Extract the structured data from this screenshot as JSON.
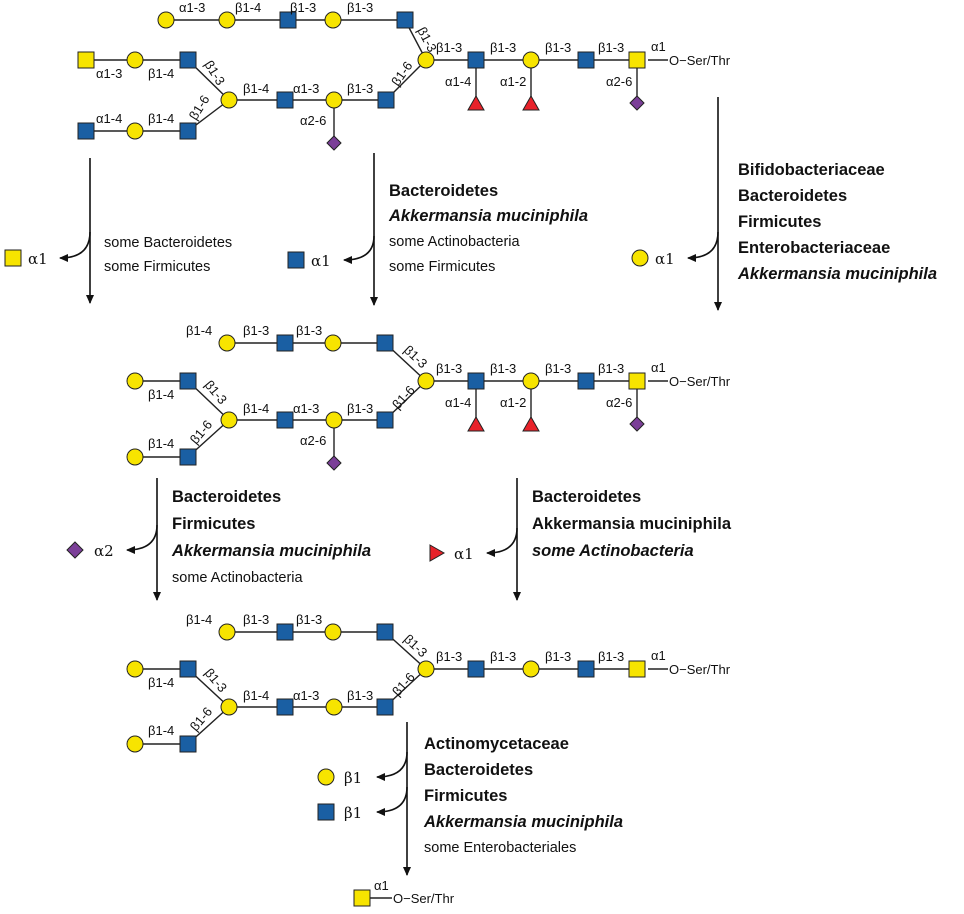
{
  "colors": {
    "galactose": "#f7e400",
    "glcnac": "#1a5fa3",
    "galnac": "#f7e400",
    "fucose": "#e8222a",
    "sialic_acid": "#7b3f98"
  },
  "structure_1": {
    "top_branch": [
      "α1-3",
      "β1-4",
      "β1-3",
      "β1-3",
      "β1-3"
    ],
    "left_upper": [
      "α1-3",
      "β1-4",
      "β1-3"
    ],
    "left_lower": [
      "α1-4",
      "β1-4",
      "β1-6"
    ],
    "middle_branch": [
      "β1-4",
      "α1-3",
      "β1-3",
      "β1-6"
    ],
    "middle_sialic": "α2-6",
    "core": [
      "β1-3",
      "β1-3",
      "β1-3",
      "β1-3",
      "α1"
    ],
    "fucose_links": [
      "α1-4",
      "α1-2"
    ],
    "core_sialic": "α2-6",
    "anchor": "O−Ser/Thr"
  },
  "structure_2": {
    "top_branch": [
      "β1-4",
      "β1-3",
      "β1-3",
      "β1-3"
    ],
    "left_upper": [
      "β1-4",
      "β1-3"
    ],
    "left_lower": [
      "β1-4",
      "β1-6"
    ],
    "middle_branch": [
      "β1-4",
      "α1-3",
      "β1-3",
      "β1-6"
    ],
    "middle_sialic": "α2-6",
    "core": [
      "β1-3",
      "β1-3",
      "β1-3",
      "β1-3",
      "α1"
    ],
    "fucose_links": [
      "α1-4",
      "α1-2"
    ],
    "core_sialic": "α2-6",
    "anchor": "O−Ser/Thr"
  },
  "structure_3": {
    "top_branch": [
      "β1-4",
      "β1-3",
      "β1-3",
      "β1-3"
    ],
    "left_upper": [
      "β1-4",
      "β1-3"
    ],
    "left_lower": [
      "β1-4",
      "β1-6"
    ],
    "middle_branch": [
      "β1-4",
      "α1-3",
      "β1-3",
      "β1-6"
    ],
    "core": [
      "β1-3",
      "β1-3",
      "β1-3",
      "β1-3",
      "α1"
    ],
    "anchor": "O−Ser/Thr"
  },
  "final": {
    "link": "α1",
    "anchor": "O−Ser/Thr"
  },
  "step_1a": {
    "released": "α1",
    "organisms": [
      "some Bacteroidetes",
      "some Firmicutes"
    ]
  },
  "step_1b": {
    "released": "α1",
    "organisms": [
      "Bacteroidetes",
      "Akkermansia muciniphila",
      "some Actinobacteria",
      "some Firmicutes"
    ]
  },
  "step_1c": {
    "released": "α1",
    "organisms": [
      "Bifidobacteriaceae",
      "Bacteroidetes",
      "Firmicutes",
      "Enterobacteriaceae",
      "Akkermansia muciniphila"
    ]
  },
  "step_2a": {
    "released": "α2",
    "organisms": [
      "Bacteroidetes",
      "Firmicutes",
      "Akkermansia muciniphila",
      "some Actinobacteria"
    ]
  },
  "step_2b": {
    "released": "α1",
    "organisms": [
      "Bacteroidetes",
      "Akkermansia muciniphila",
      "some Actinobacteria"
    ]
  },
  "step_3": {
    "released_gal": "β1",
    "released_glcnac": "β1",
    "organisms": [
      "Actinomycetaceae",
      "Bacteroidetes",
      "Firmicutes",
      "Akkermansia muciniphila",
      "some Enterobacteriales"
    ]
  }
}
